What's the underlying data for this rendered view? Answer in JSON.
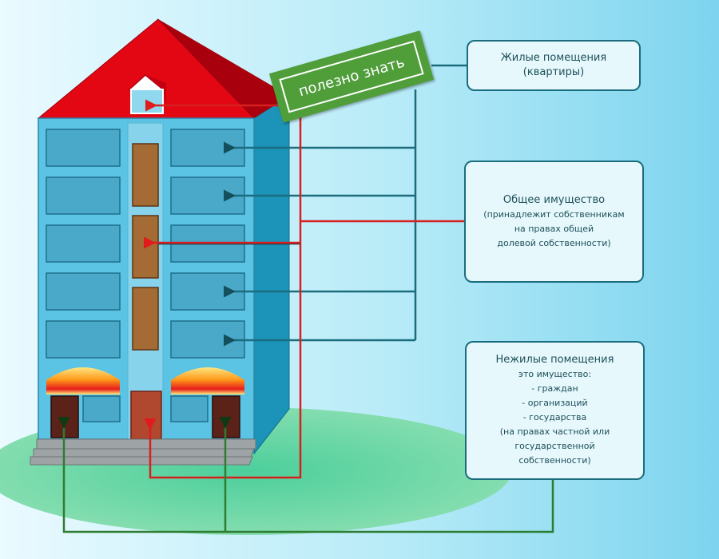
{
  "stamp": {
    "text": "полезно знать"
  },
  "residential": {
    "title": "Жилые помещения",
    "lines": [
      "(квартиры)"
    ]
  },
  "common": {
    "title": "Общее имущество",
    "lines": [
      "(принадлежит собственникам",
      "на правах общей",
      "долевой собственности)"
    ]
  },
  "nonresidential": {
    "title": "Нежилые помещения",
    "lines": [
      "это имущество:",
      "- граждан",
      "- организаций",
      "- государства",
      "(на правах частной или",
      "государственной",
      "собственности)"
    ]
  },
  "colors": {
    "sky_left": "#eafaff",
    "sky_right": "#7dd4ee",
    "lawn": "#5fd39a",
    "roof": "#e30613",
    "wall_front": "#5bc3e4",
    "wall_side": "#1c93b8",
    "window": "#4aa9c9",
    "door": "#a56b35",
    "stamp": "#4f9e3a",
    "line_teal": "#1b6d7d",
    "line_red": "#d62020",
    "line_green": "#2e7d32"
  }
}
